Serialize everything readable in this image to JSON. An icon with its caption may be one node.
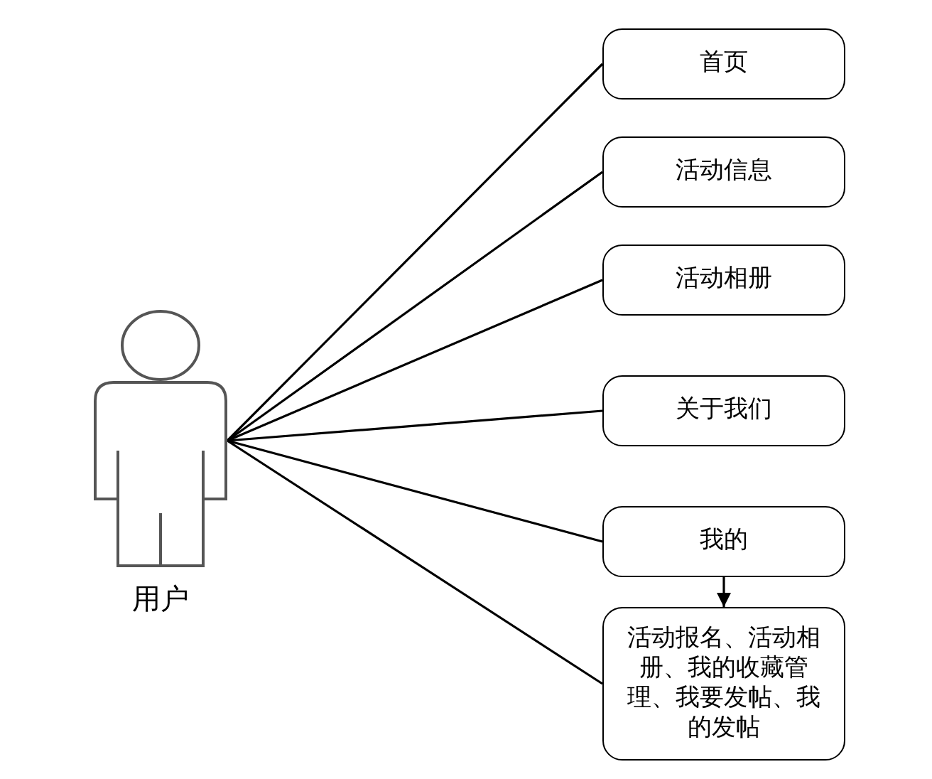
{
  "diagram": {
    "nodes": [
      {
        "text": [
          "用户"
        ]
      },
      {
        "text": [
          "首页"
        ]
      },
      {
        "text": [
          "活动信息"
        ]
      },
      {
        "text": [
          "活动相册"
        ]
      },
      {
        "text": [
          "关于我们"
        ]
      },
      {
        "text": [
          "我的"
        ]
      },
      {
        "text": [
          "活动报名、活动相册、我的收藏管理、我要发帖、我的发帖"
        ]
      }
    ],
    "edges": [
      {
        "from": 0,
        "to": 1,
        "arrow": "none"
      },
      {
        "from": 0,
        "to": 2,
        "arrow": "none"
      },
      {
        "from": 0,
        "to": 3,
        "arrow": "none"
      },
      {
        "from": 0,
        "to": 4,
        "arrow": "none"
      },
      {
        "from": 0,
        "to": 5,
        "arrow": "none"
      },
      {
        "from": 0,
        "to": 6,
        "arrow": "none"
      },
      {
        "from": 5,
        "to": 6,
        "arrow": "to"
      }
    ]
  }
}
